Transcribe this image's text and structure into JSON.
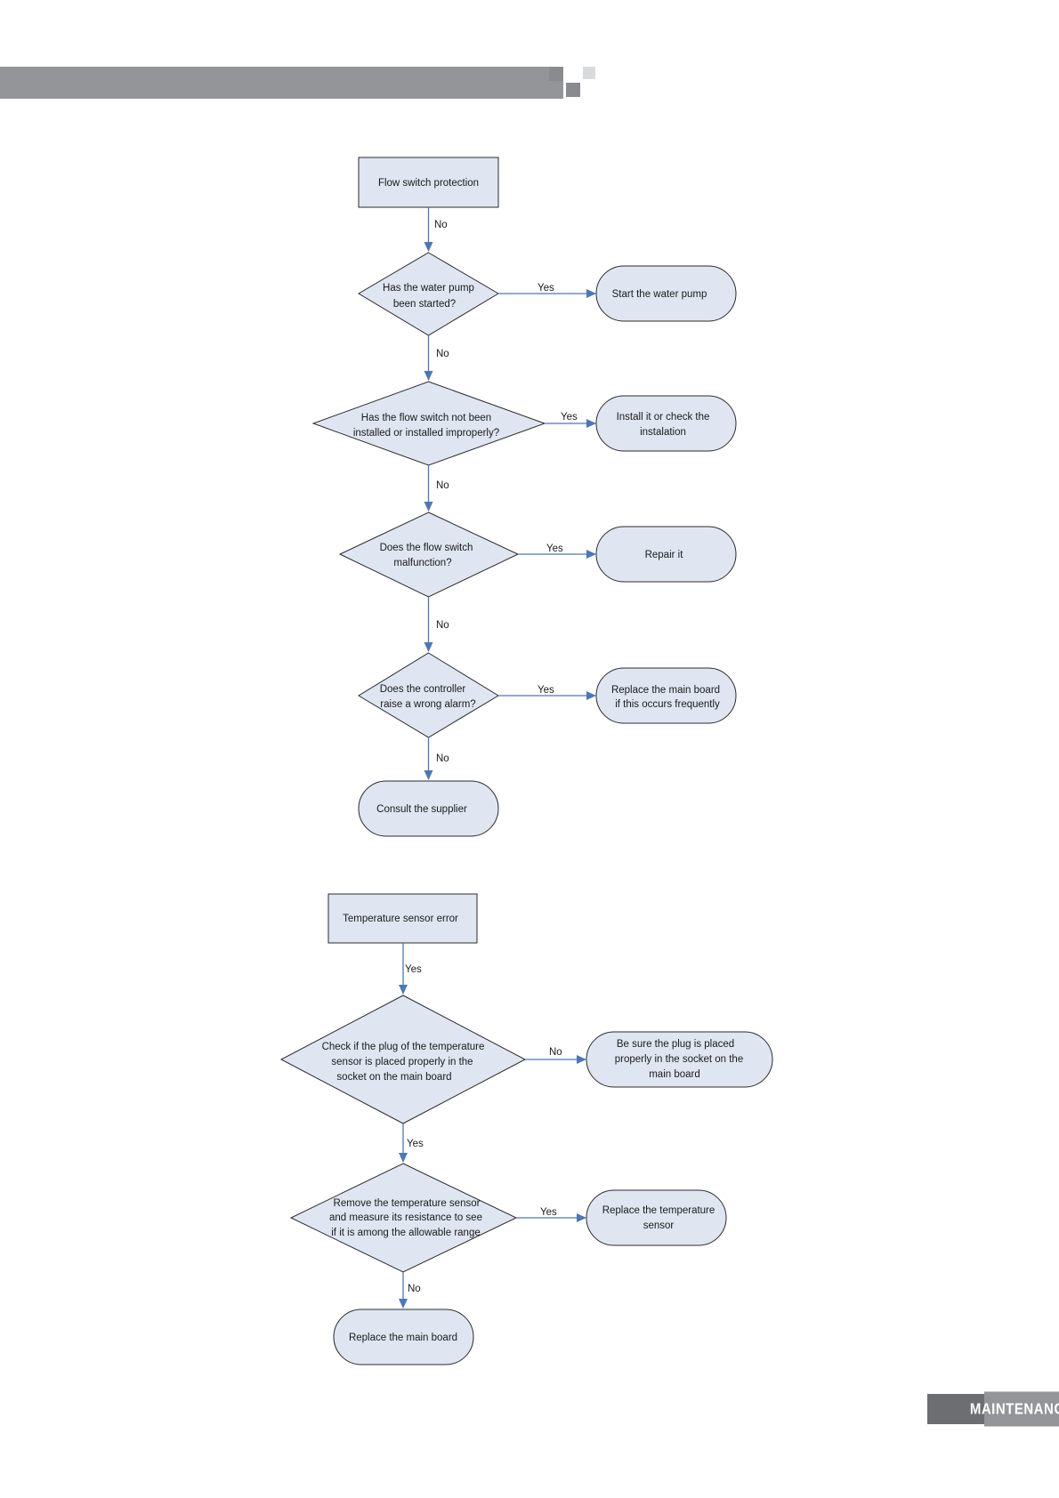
{
  "header": {
    "section_tag": "MAINTENANCE"
  },
  "flow1": {
    "start": "Flow switch protection",
    "q1": [
      "Has the water pump",
      "been started?"
    ],
    "a1": "Start the water pump",
    "q2": [
      "Has the flow switch not been",
      "installed or installed improperly?"
    ],
    "a2": [
      "Install it or check the",
      "instalation"
    ],
    "q3": [
      "Does the flow switch",
      "malfunction?"
    ],
    "a3": "Repair it",
    "q4": [
      "Does the controller",
      "raise a wrong alarm?"
    ],
    "a4": [
      "Replace the main board",
      "if this occurs frequently"
    ],
    "end": "Consult the supplier",
    "labels": {
      "start_to_q1": "No",
      "q1_yes": "Yes",
      "q1_no": "No",
      "q2_yes": "Yes",
      "q2_no": "No",
      "q3_yes": "Yes",
      "q3_no": "No",
      "q4_yes": "Yes",
      "q4_no": "No"
    }
  },
  "flow2": {
    "start": "Temperature sensor error",
    "q1": [
      "Check if the plug of the temperature",
      "sensor is placed properly in the",
      "socket on the main board"
    ],
    "a1": [
      "Be sure the plug is placed",
      "properly in the socket on the",
      "main board"
    ],
    "q2": [
      "Remove the temperature sensor",
      "and measure its resistance to see",
      "if it is among the allowable range"
    ],
    "a2": [
      "Replace the temperature",
      "sensor"
    ],
    "end": "Replace the main board",
    "labels": {
      "start_to_q1": "Yes",
      "q1_no": "No",
      "q1_yes": "Yes",
      "q2_yes": "Yes",
      "q2_no": "No"
    }
  },
  "colors": {
    "node_fill": "#dfe6f2",
    "node_stroke": "#2b2b2b",
    "arrow": "#4a78b8",
    "header_gray": "#939598"
  }
}
